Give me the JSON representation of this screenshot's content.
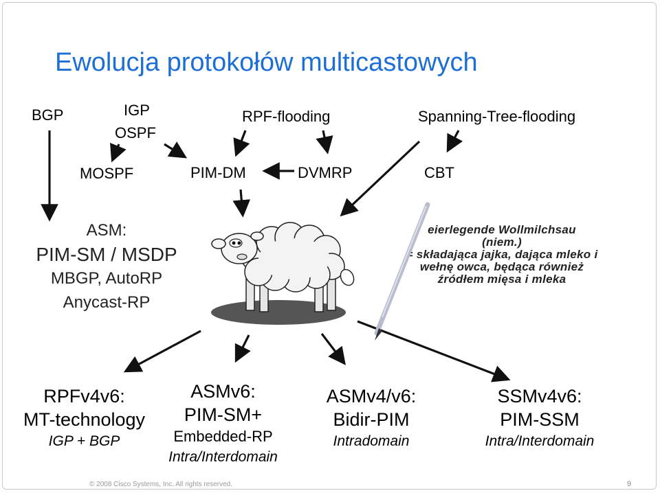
{
  "title": "Ewolucja protokołów multicastowych",
  "top_row": {
    "bgp": "BGP",
    "igp": "IGP",
    "ospf": "OSPF",
    "rpf_flooding": "RPF-flooding",
    "spanning_tree_flooding": "Spanning-Tree-flooding"
  },
  "second_row": {
    "mospf": "MOSPF",
    "pim_dm": "PIM-DM",
    "dvmrp": "DVMRP",
    "cbt": "CBT"
  },
  "asm": {
    "label": "ASM:",
    "line1": "PIM-SM / MSDP",
    "line2": "MBGP, AutoRP",
    "line3": "Anycast-RP"
  },
  "quote": {
    "line1": "eierlegende Wollmilchsau",
    "line2": "(niem.)",
    "line3": "= składająca jajka, dająca mleko i",
    "line4": "wełnę owca, będąca również",
    "line5": "źródłem mięsa i mleka"
  },
  "bottom": {
    "rpf": {
      "heading": "RPFv4v6:",
      "line2": "MT-technology",
      "line3": "IGP + BGP"
    },
    "asmv6": {
      "heading": "ASMv6:",
      "line2": "PIM-SM+",
      "line3": "Embedded-RP",
      "line4": "Intra/Interdomain"
    },
    "asmv4v6": {
      "heading": "ASMv4/v6:",
      "line2": "Bidir-PIM",
      "line3": "Intradomain"
    },
    "ssm": {
      "heading": "SSMv4v6:",
      "line2": "PIM-SSM",
      "line3": "Intra/Interdomain"
    }
  },
  "footer": "© 2008 Cisco Systems, Inc. All rights reserved.",
  "page_number": "9",
  "colors": {
    "title": "#1d6fd6",
    "arrow": "#111111",
    "pencil": "#b8bccc"
  },
  "icons": {
    "sheep": "sheep-illustration",
    "pencil": "pencil-icon"
  }
}
